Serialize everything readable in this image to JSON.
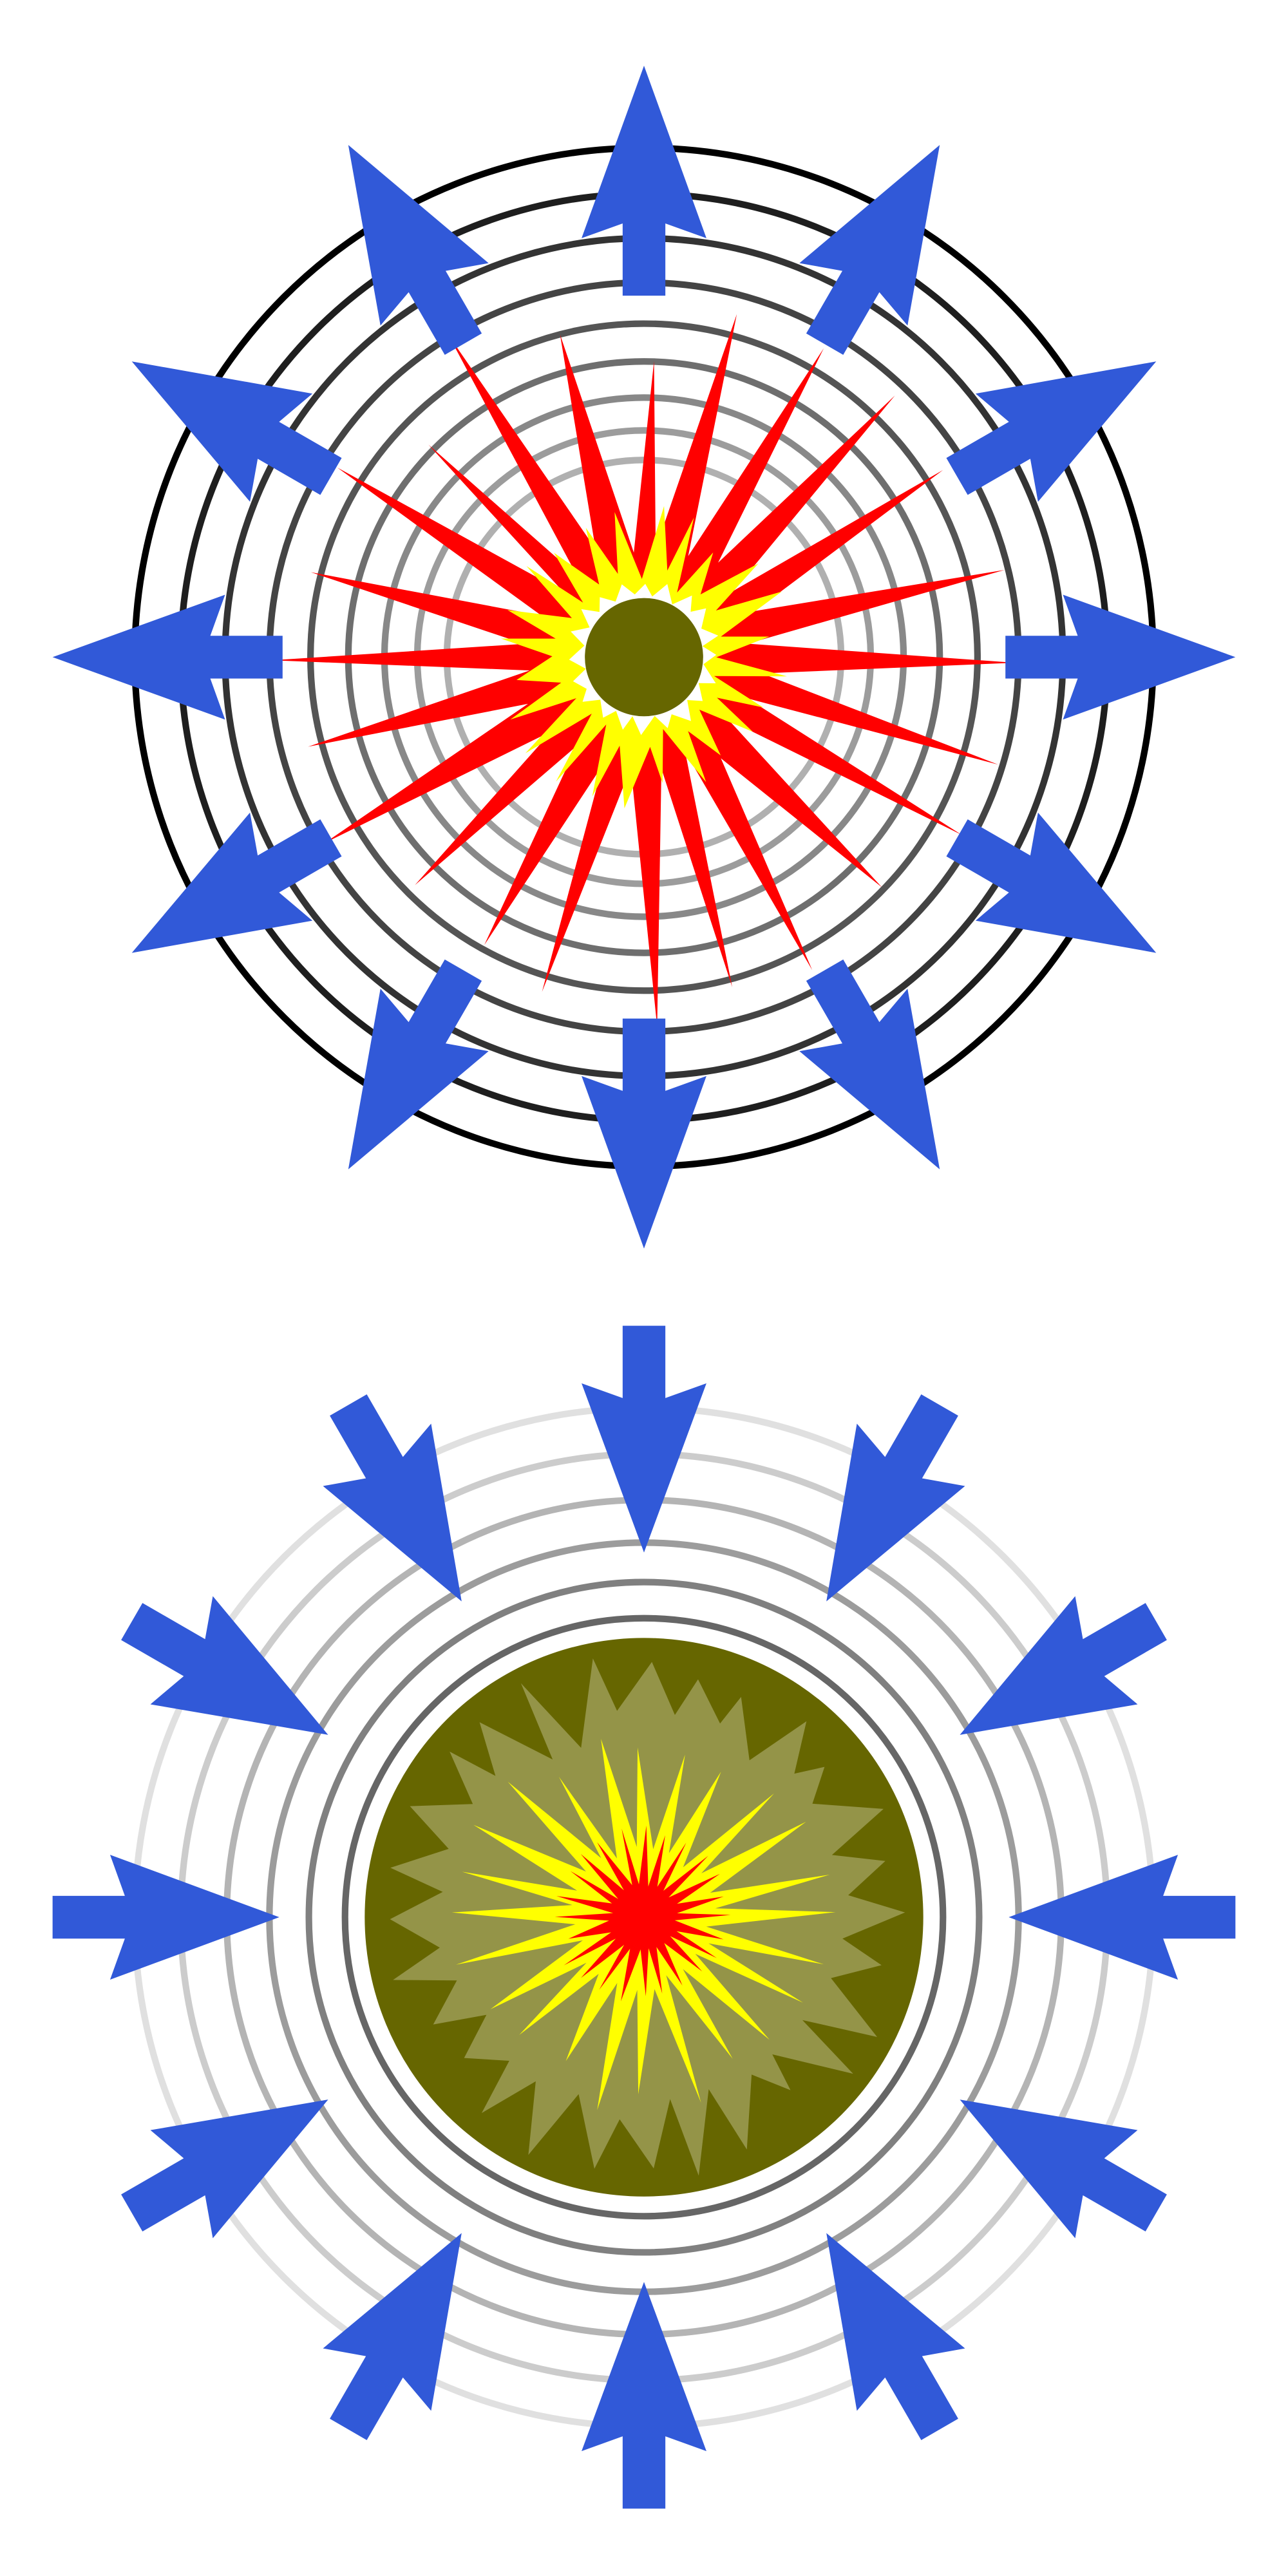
{
  "colors": {
    "arrow": "#3159d8",
    "core": "#666600",
    "core_star": "#949448",
    "flame_outer": "#ff0000",
    "flame_inner": "#ffff00",
    "background": "#ffffff"
  },
  "top_diagram": {
    "arrow_direction": "outward",
    "arrow_count": 12,
    "ring_count": 9
  },
  "bottom_diagram": {
    "arrow_direction": "inward",
    "arrow_count": 12,
    "ring_count": 6
  }
}
